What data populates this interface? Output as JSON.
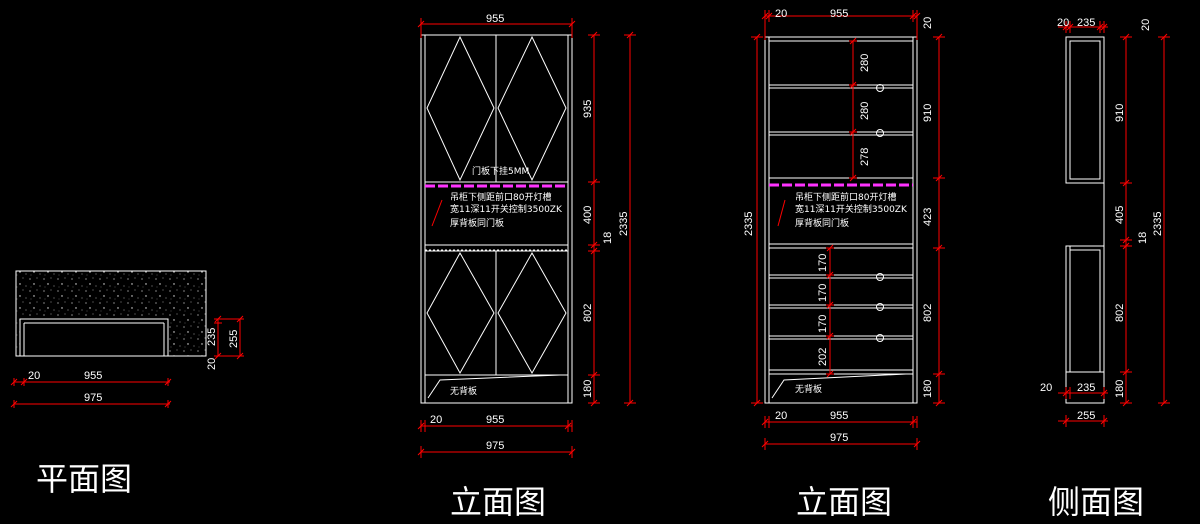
{
  "colors": {
    "background": "#000000",
    "outline": "#ffffff",
    "dimension": "#ff0000",
    "light_slot": "#ff33ff",
    "text": "#ffffff"
  },
  "titles": {
    "plan": "平面图",
    "front_a": "立面图",
    "front_b": "立面图",
    "side": "侧面图"
  },
  "plan_view": {
    "dims": {
      "left": "20",
      "width": "955",
      "total": "975",
      "d235": "235",
      "d255": "255",
      "d20": "20"
    }
  },
  "elevation_a": {
    "dims": {
      "top_width": "955",
      "h935": "935",
      "h400": "400",
      "h18": "18",
      "h802": "802",
      "h180": "180",
      "total": "2335",
      "bot_left": "20",
      "bot_width": "955",
      "bot_total": "975"
    },
    "notes": {
      "door_hang": "门板下挂5MM",
      "light_slot": "吊柜下侧距前口80开灯槽",
      "switch": "宽11深11开关控制3500ZK",
      "back": "厚背板同门板",
      "no_back": "无背板"
    }
  },
  "elevation_b": {
    "dims": {
      "left": "20",
      "width": "955",
      "right": "20",
      "s280a": "280",
      "s280b": "280",
      "s278": "278",
      "h910": "910",
      "h423": "423",
      "h802": "802",
      "h180": "180",
      "total_left": "2335",
      "d170a": "170",
      "d170b": "170",
      "d170c": "170",
      "d202": "202",
      "bot_left": "20",
      "bot_width": "955",
      "bot_total": "975"
    },
    "notes": {
      "light_slot": "吊柜下侧距前口80开灯槽",
      "switch": "宽11深11开关控制3500ZK",
      "back": "厚背板同门板",
      "no_back": "无背板"
    }
  },
  "side_view": {
    "dims": {
      "top_left": "20",
      "top_depth": "235",
      "top_right": "20",
      "h910": "910",
      "h405": "405",
      "h18": "18",
      "h802": "802",
      "h180": "180",
      "total": "2335",
      "bot_left": "20",
      "bot_depth": "235",
      "bot_total": "255"
    }
  }
}
